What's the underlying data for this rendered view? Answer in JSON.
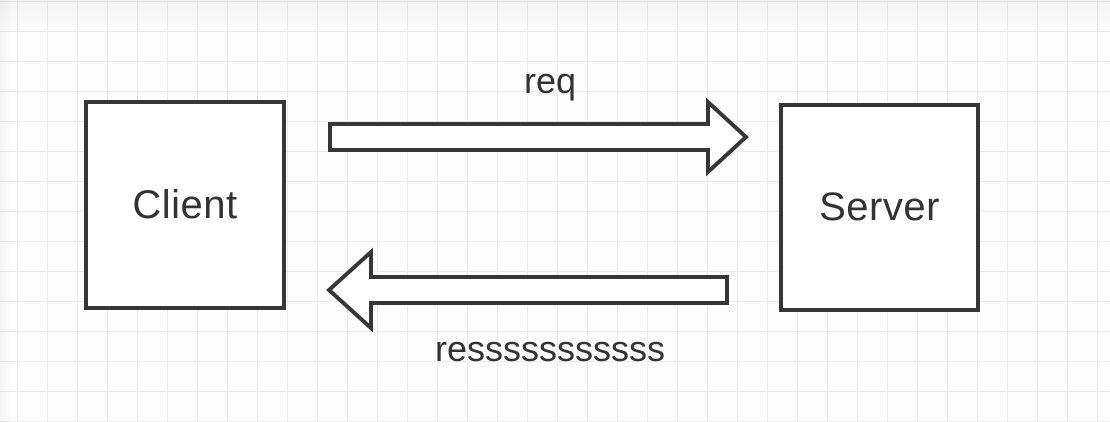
{
  "diagram": {
    "nodes": [
      {
        "id": "client",
        "label": "Client"
      },
      {
        "id": "server",
        "label": "Server"
      }
    ],
    "edges": [
      {
        "id": "request",
        "label": "req",
        "direction": "left-to-right"
      },
      {
        "id": "response",
        "label": "resssssssssss",
        "direction": "right-to-left"
      }
    ],
    "colors": {
      "shape_stroke": "#363636",
      "text": "#333333",
      "shape_fill": "#ffffff",
      "canvas_background": "#fdfdfd",
      "grid_line": "#ececec"
    }
  }
}
